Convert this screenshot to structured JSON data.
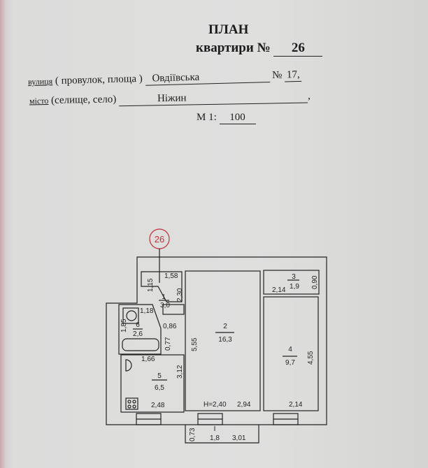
{
  "header": {
    "title": "ПЛАН",
    "subtitle_prefix": "квартири №",
    "apartment_no": "26",
    "street_label": "вулиця",
    "street_hint": "( провулок, площа )",
    "street_value": "Овдіївська",
    "house_label": "№",
    "house_value": "17,",
    "city_label": "місто",
    "city_hint": "(селище, село)",
    "city_value": "Ніжин",
    "city_end": ",",
    "scale_label": "М 1:",
    "scale_value": "100"
  },
  "plan": {
    "stamp": "26",
    "rooms": [
      {
        "no": "1",
        "area": "3,0"
      },
      {
        "no": "2",
        "area": "16,3"
      },
      {
        "no": "3",
        "area": "1,9"
      },
      {
        "no": "4",
        "area": "9,7"
      },
      {
        "no": "5",
        "area": "6,5"
      },
      {
        "no": "6",
        "area": "2,6"
      },
      {
        "no": "I",
        "area": "1,8"
      }
    ],
    "dims": {
      "d158": "1,58",
      "d115": "1,15",
      "d230": "2,30",
      "d118": "1,18",
      "d185": "1,85",
      "d086": "0,86",
      "d077": "0,77",
      "d166": "1,66",
      "d312": "3,12",
      "d248": "2,48",
      "d555": "5,55",
      "height": "H=2,40",
      "d294": "2,94",
      "d214a": "2,14",
      "d090": "0,90",
      "d455": "4,55",
      "d214b": "2,14",
      "d073": "0,73",
      "d301": "3,01"
    }
  }
}
